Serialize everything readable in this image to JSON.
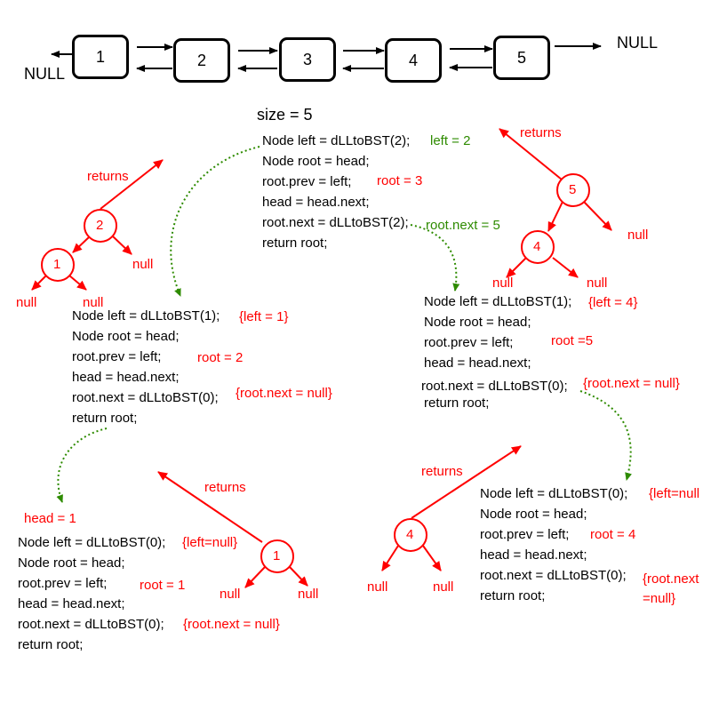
{
  "list": {
    "nodes": [
      "1",
      "2",
      "3",
      "4",
      "5"
    ],
    "null_left": "NULL",
    "null_right": "NULL"
  },
  "size_label": "size = 5",
  "top_call": {
    "lines": [
      "Node left = dLLtoBST(2);",
      "Node root = head;",
      "root.prev = left;",
      "head = head.next;",
      "root.next = dLLtoBST(2);",
      "return root;"
    ],
    "ann_left": "left = 2",
    "ann_root": "root = 3",
    "ann_next": "root.next = 5"
  },
  "left_call": {
    "lines": [
      "Node left = dLLtoBST(1);",
      "Node root = head;",
      "root.prev = left;",
      "head = head.next;",
      "root.next = dLLtoBST(0);",
      "return root;"
    ],
    "ann_left": "{left = 1}",
    "ann_root": "root = 2",
    "ann_next": "{root.next = null}"
  },
  "right_call": {
    "lines": [
      "Node left = dLLtoBST(1);",
      "Node root = head;",
      "root.prev = left;",
      "head = head.next;",
      "root.next = dLLtoBST(0);",
      "return root;"
    ],
    "ann_left": "{left = 4}",
    "ann_root": "root =5",
    "ann_next": "{root.next = null}"
  },
  "bottom_left_call": {
    "head_note": "head = 1",
    "lines": [
      "Node left = dLLtoBST(0);",
      "Node root = head;",
      "root.prev = left;",
      "head = head.next;",
      "root.next = dLLtoBST(0);",
      "return root;"
    ],
    "ann_left": "{left=null}",
    "ann_root": "root = 1",
    "ann_next": "{root.next = null}"
  },
  "bottom_right_call": {
    "lines": [
      "Node left = dLLtoBST(0);",
      "Node root = head;",
      "root.prev = left;",
      "head = head.next;",
      "root.next = dLLtoBST(0);",
      "return root;"
    ],
    "ann_left": "{left=null",
    "ann_root": "root = 4",
    "ann_next_1": "{root.next",
    "ann_next_2": "=null}"
  },
  "trees": {
    "returns_label": "returns",
    "null_label": "null",
    "upper_left": {
      "root": "2",
      "child": "1"
    },
    "upper_right": {
      "root": "5",
      "child": "4"
    },
    "bottom_left": {
      "root": "1"
    },
    "bottom_right": {
      "root": "4"
    }
  },
  "colors": {
    "tree": "#ff0000",
    "flow": "#2e8b00",
    "text": "#000000"
  }
}
